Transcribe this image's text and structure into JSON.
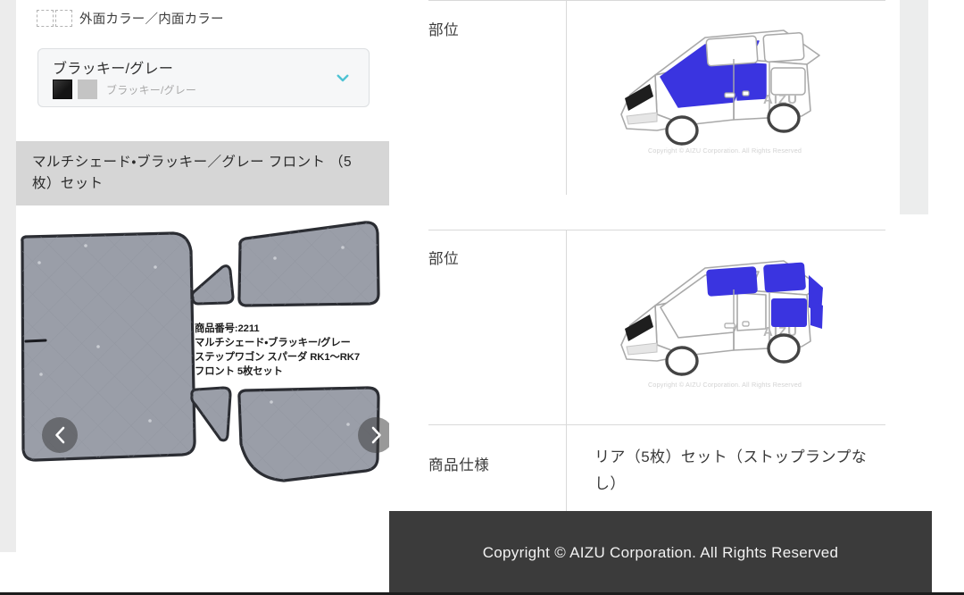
{
  "color_selector": {
    "label": "外面カラー／内面カラー",
    "selected_title": "ブラッキー/グレー",
    "selected_sub": "ブラッキー/グレー",
    "swatch_outer_color": "#141414",
    "swatch_inner_color": "#c4c4c4",
    "chevron_icon": "chevron-down-icon",
    "chevron_color": "#4ec3d4"
  },
  "product": {
    "title_band": "マルチシェード・ブラッキー／グレー フロント （5枚）セット",
    "caption_line1": "商品番号:2211",
    "caption_line2": "マルチシェード・ブラッキー/グレー",
    "caption_line3": "ステップワゴン スパーダ RK1〜RK7",
    "caption_line4": "フロント 5枚セット"
  },
  "carousel": {
    "prev_icon": "chevron-left-icon",
    "next_icon": "chevron-right-icon",
    "shade_fill": "#9a9ea8",
    "shade_stroke": "#2b2d33"
  },
  "spec_table": {
    "rows": [
      {
        "label": "部位",
        "type": "illustration",
        "illustration": "van-front-shade-diagram",
        "watermark": "Copyright © AIZU Corporation.  All Rights Reserved"
      },
      {
        "label": "部位",
        "type": "illustration",
        "illustration": "van-rear-shade-diagram",
        "watermark": "Copyright © AIZU Corporation.  All Rights Reserved"
      },
      {
        "label": "商品仕様",
        "type": "text",
        "value": "リア（5枚）セット（ストップランプなし）"
      }
    ],
    "highlight_color": "#3a34e0",
    "body_color": "#ffffff",
    "outline_color": "#9b9b9b",
    "badge_text": "AIZU"
  },
  "footer": {
    "copyright": "Copyright © AIZU Corporation. All Rights Reserved",
    "background": "#3b3b3b"
  }
}
